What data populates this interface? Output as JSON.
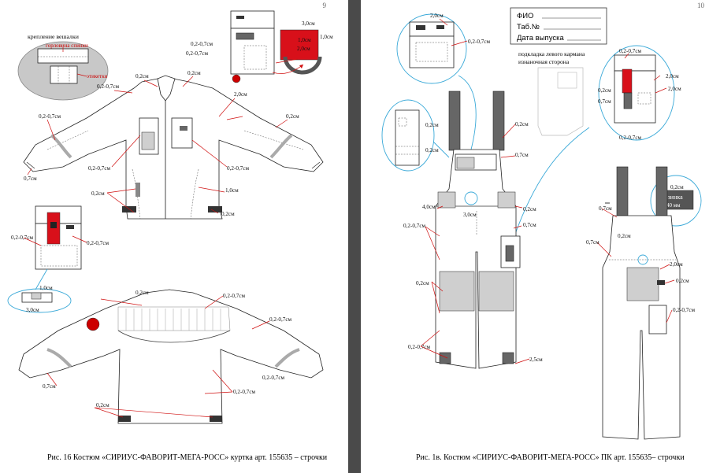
{
  "left_page": {
    "page_number": "9",
    "caption": "Рис. 16 Костюм «СИРИУС-ФАВОРИТ-МЕГА-РОСС» куртка арт. 155635 – строчки",
    "detail_title": "крепление вешалки",
    "detail_labels": {
      "back_yoke": "горловина спинки",
      "label": "этикетки"
    },
    "labels": [
      "0,2-0,7см",
      "0,2см",
      "0,2см",
      "0,2-0,7см",
      "2,0см",
      "0,2-0,7см",
      "0,2см",
      "0,7см",
      "0,2-0,7см",
      "0,2-0,7см",
      "0,2см",
      "1,0см",
      "0,2см",
      "0,2-0,7см",
      "0,2-0,7см",
      "0,2см",
      "0,2-0,7см",
      "0,2-0,7см",
      "0,2-0,7см",
      "0,7см",
      "0,2-0,7см",
      "0,2см",
      "3,0см",
      "1,0см",
      "1,0см",
      "2,0см",
      "3,0см",
      "1,0см",
      "0,2-0,7см"
    ]
  },
  "right_page": {
    "page_number": "10",
    "caption": "Рис. 1в. Костюм «СИРИУС-ФАВОРИТ-МЕГА-РОСС» ПК арт. 155635– строчки",
    "tag": {
      "line1": "ФИО",
      "line2": "Таб.№",
      "line3": "Дата выпуска"
    },
    "lining_note": {
      "line1": "подкладка левого кармана",
      "line2": "изнаночная сторона"
    },
    "elastic": {
      "line1": "резинка",
      "line2": "40 мм"
    },
    "labels": [
      "2,0см",
      "0,2-0,7см",
      "0,2-0,7см",
      "2,0см",
      "0,2см",
      "0,7см",
      "2,0см",
      "0,2-0,7см",
      "0,2см",
      "0,2см",
      "0,2см",
      "0,7см",
      "4,0см",
      "3,0см",
      "0,2см",
      "0,2-0,7см",
      "0,7см",
      "0,2см",
      "0,2-0,7см",
      "2,5см",
      "0,7см",
      "0,2см",
      "0,7см",
      "2,0см",
      "0,2см",
      "0,2-0,7см",
      "0,2см"
    ]
  }
}
